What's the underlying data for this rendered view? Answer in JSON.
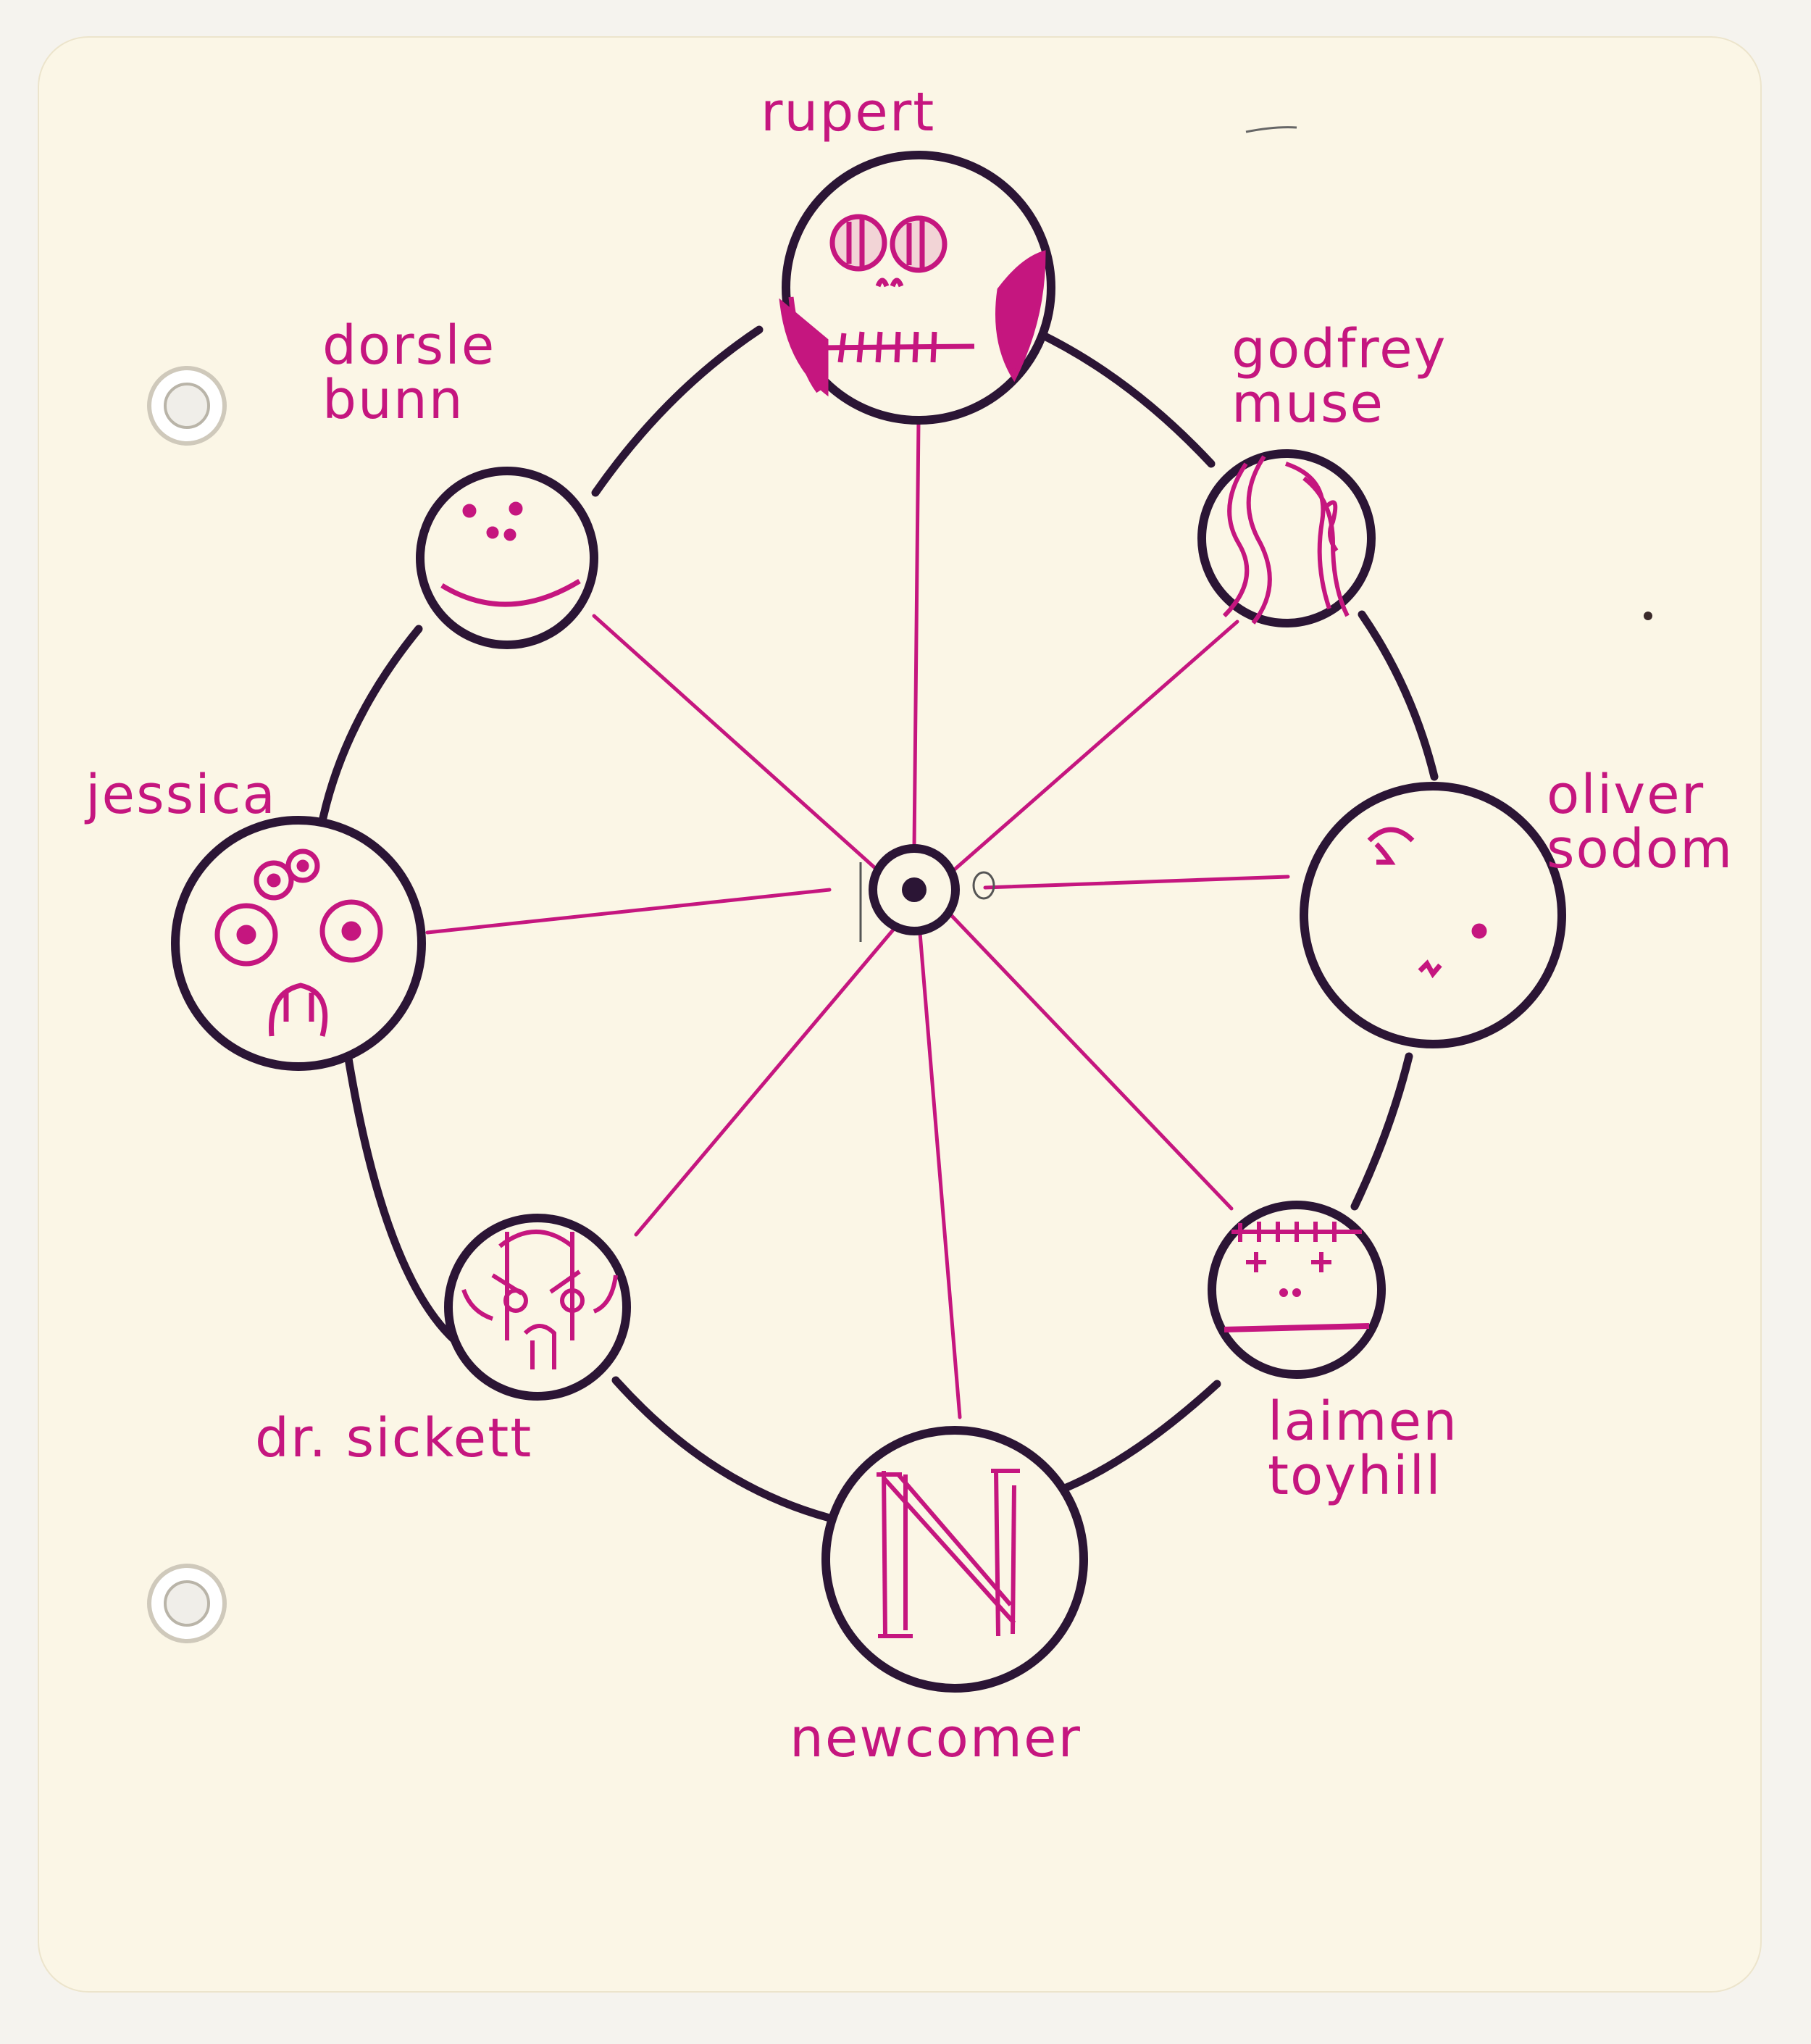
{
  "colors": {
    "paper": "#fbf6e6",
    "ink_dark": "#2b1535",
    "ink_magenta": "#c5167f"
  },
  "nodes": [
    {
      "id": "rupert",
      "label": "rupert",
      "face_icon": "skull-icon"
    },
    {
      "id": "godfrey-muse",
      "label": "godfrey\nmuse",
      "face_icon": "wavy-lines-icon"
    },
    {
      "id": "oliver-sodom",
      "label": "oliver\nsodom",
      "face_icon": "sparse-face-icon"
    },
    {
      "id": "laimen-toyhill",
      "label": "laimen\ntoyhill",
      "face_icon": "stitched-face-icon"
    },
    {
      "id": "newcomer",
      "label": "newcomer",
      "face_icon": "letter-n-icon"
    },
    {
      "id": "dr-sickett",
      "label": "dr. sickett",
      "face_icon": "angry-face-icon"
    },
    {
      "id": "jessica",
      "label": "jessica",
      "face_icon": "many-eyed-face-icon"
    },
    {
      "id": "dorsle-bunn",
      "label": "dorsle\nbunn",
      "face_icon": "smiley-face-icon"
    }
  ],
  "hub": {
    "icon": "eye-icon"
  },
  "binder_holes": 2
}
